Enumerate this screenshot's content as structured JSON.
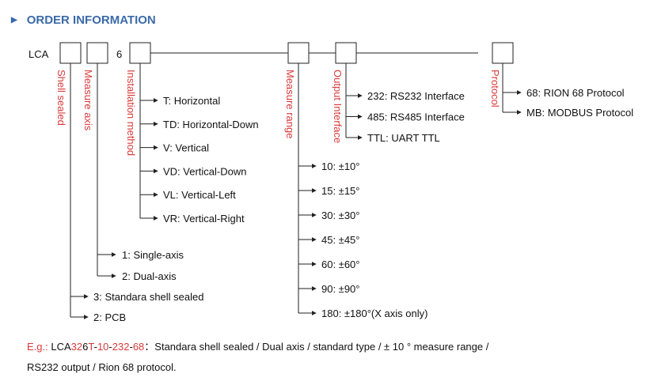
{
  "heading": {
    "icon": "triangle-right-icon",
    "title": "ORDER INFORMATION"
  },
  "code": {
    "prefix": "LCA",
    "fixed_digit": "6"
  },
  "fields": {
    "shell": {
      "title": "Shell sealed",
      "options": [
        "3: Standara shell sealed",
        "2: PCB"
      ]
    },
    "axis": {
      "title": "Measure axis",
      "options": [
        "1: Single-axis",
        "2: Dual-axis"
      ]
    },
    "install": {
      "title": "Installation method",
      "options": [
        "T: Horizontal",
        "TD: Horizontal-Down",
        "V: Vertical",
        "VD: Vertical-Down",
        "VL: Vertical-Left",
        "VR: Vertical-Right"
      ]
    },
    "range": {
      "title": "Measure range",
      "options": [
        "10: ±10°",
        "15: ±15°",
        "30: ±30°",
        "45: ±45°",
        "60: ±60°",
        "90: ±90°",
        "180: ±180°(X axis only)"
      ]
    },
    "output": {
      "title": "Output Interface",
      "options": [
        "232: RS232 Interface",
        "485: RS485 Interface",
        "TTL: UART TTL"
      ]
    },
    "protocol": {
      "title": "Protocol",
      "options": [
        "68: RION 68 Protocol",
        "MB: MODBUS Protocol"
      ]
    }
  },
  "example": {
    "label": "E.g.:",
    "code_parts": [
      "LCA",
      "32",
      "6",
      "T",
      "-",
      "10",
      "-",
      "232",
      "-",
      "68"
    ],
    "description_line1": "：Standara shell sealed / Dual axis / standard type / ± 10 ° measure range /",
    "description_line2": "RS232 output / Rion 68 protocol."
  },
  "colors": {
    "heading": "#3a6aa8",
    "accent_red": "#d83a3a",
    "text": "#111111",
    "line": "#222222"
  }
}
